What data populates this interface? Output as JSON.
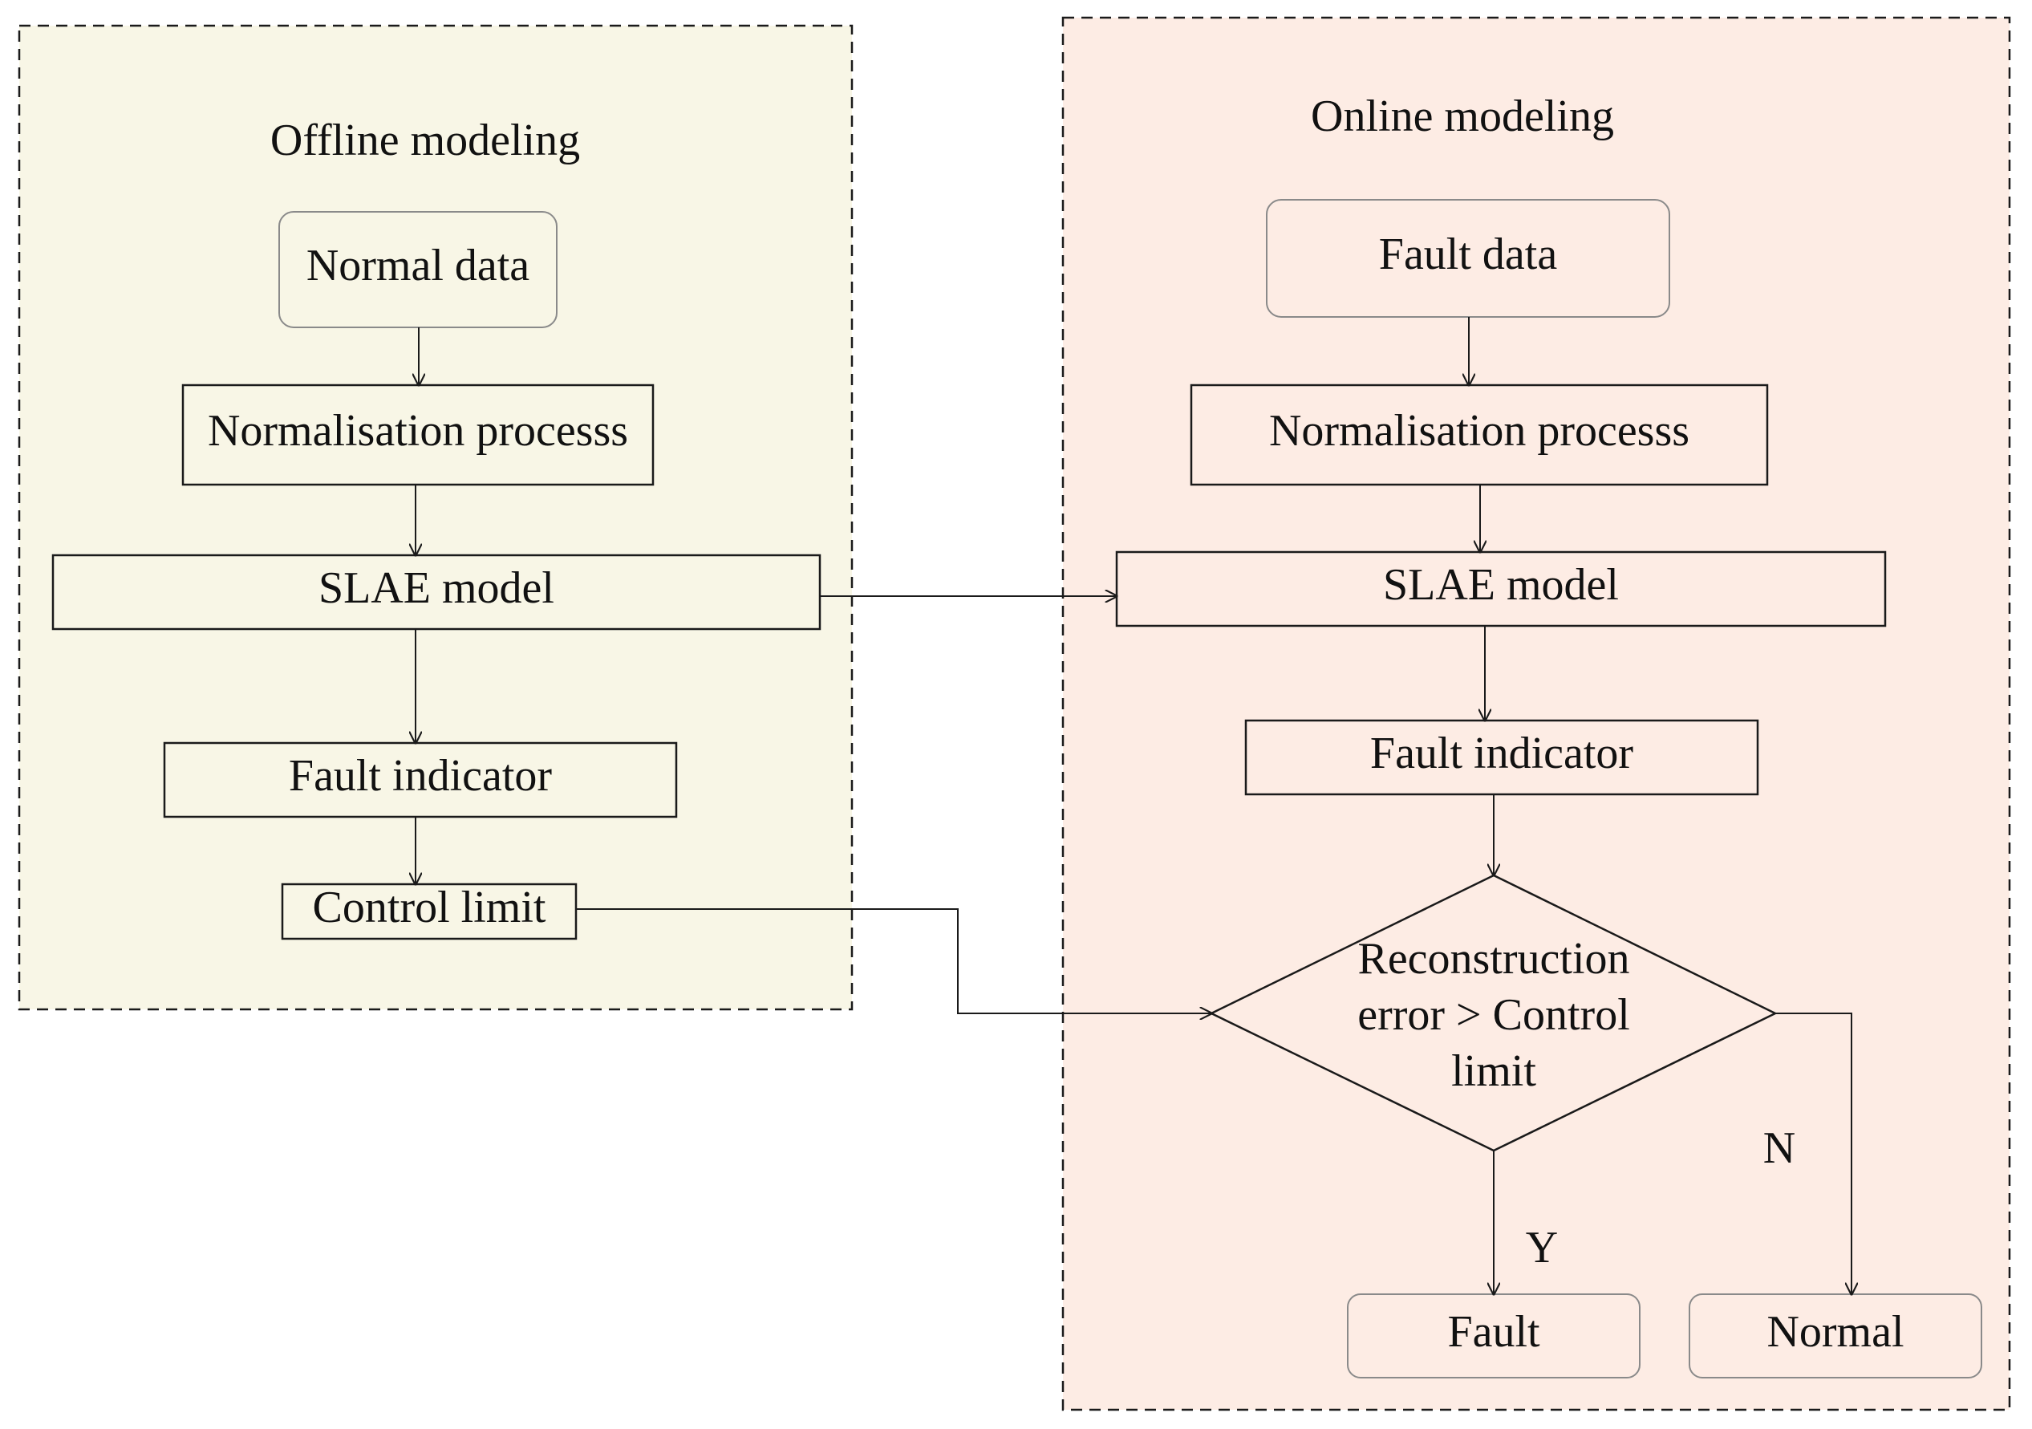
{
  "colors": {
    "offline_panel": "#f8f6e6",
    "online_panel": "#fdece4",
    "stroke": "#1a1a1a",
    "text": "#111111"
  },
  "offline": {
    "title": "Offline modeling",
    "normal_data": "Normal data",
    "normalisation": "Normalisation processs",
    "slae_model": "SLAE model",
    "fault_indicator": "Fault indicator",
    "control_limit": "Control limit"
  },
  "online": {
    "title": "Online modeling",
    "fault_data": "Fault data",
    "normalisation": "Normalisation processs",
    "slae_model": "SLAE model",
    "fault_indicator": "Fault indicator",
    "decision": {
      "line1": "Reconstruction",
      "line2": "error > Control",
      "line3": "limit"
    },
    "yes_label": "Y",
    "no_label": "N",
    "fault_result": "Fault",
    "normal_result": "Normal"
  }
}
